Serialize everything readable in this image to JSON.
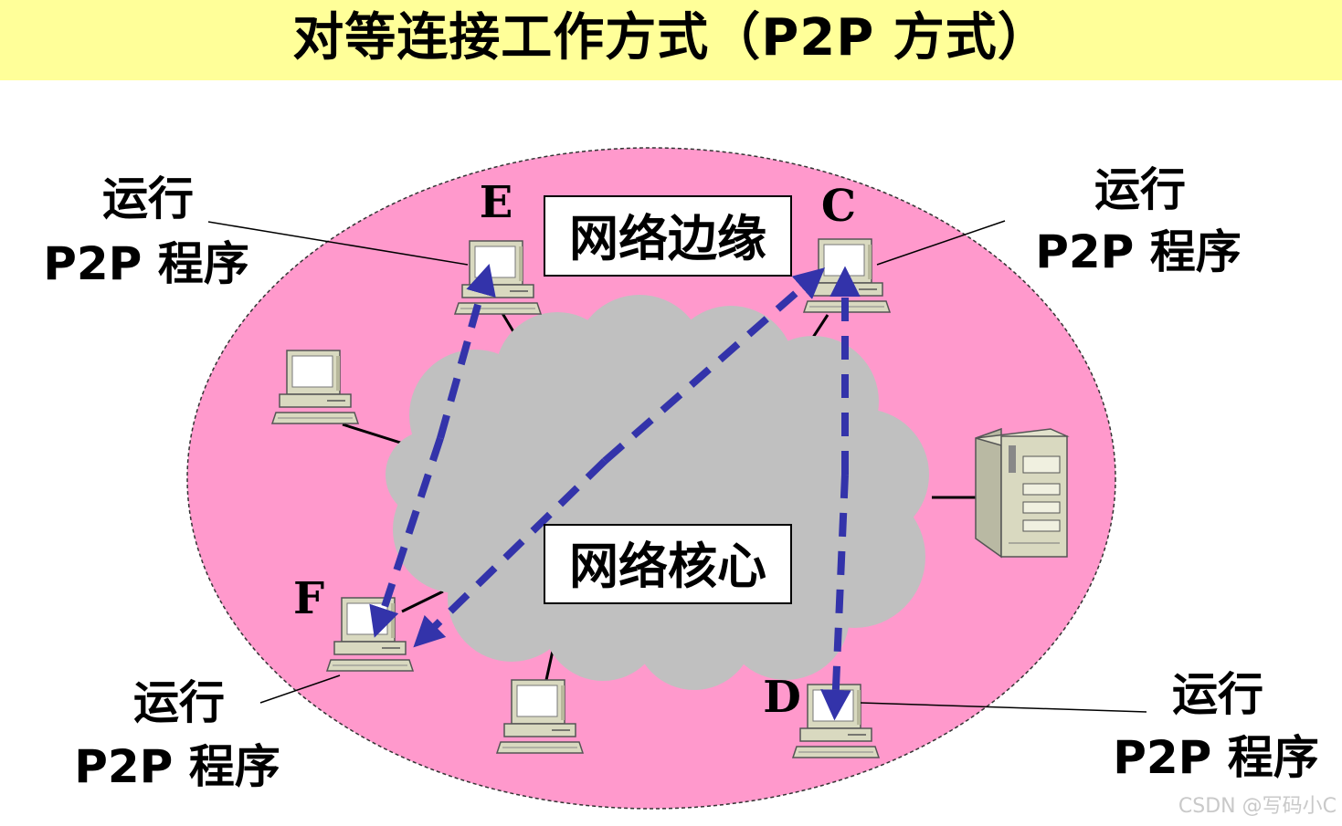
{
  "title": "对等连接工作方式（P2P 方式）",
  "edge_label": "网络边缘",
  "core_label": "网络核心",
  "hosts": {
    "E": "E",
    "C": "C",
    "F": "F",
    "D": "D"
  },
  "callouts": [
    {
      "line1": "运行",
      "line2": "P2P 程序"
    },
    {
      "line1": "运行",
      "line2": "P2P 程序"
    },
    {
      "line1": "运行",
      "line2": "P2P 程序"
    },
    {
      "line1": "运行",
      "line2": "P2P 程序"
    }
  ],
  "watermark": "CSDN @写码小C",
  "colors": {
    "title_background": "#ffff99",
    "network_edge": "#ff99cc",
    "network_core": "#c0c0c0",
    "p2p_arrow": "#3333aa"
  }
}
